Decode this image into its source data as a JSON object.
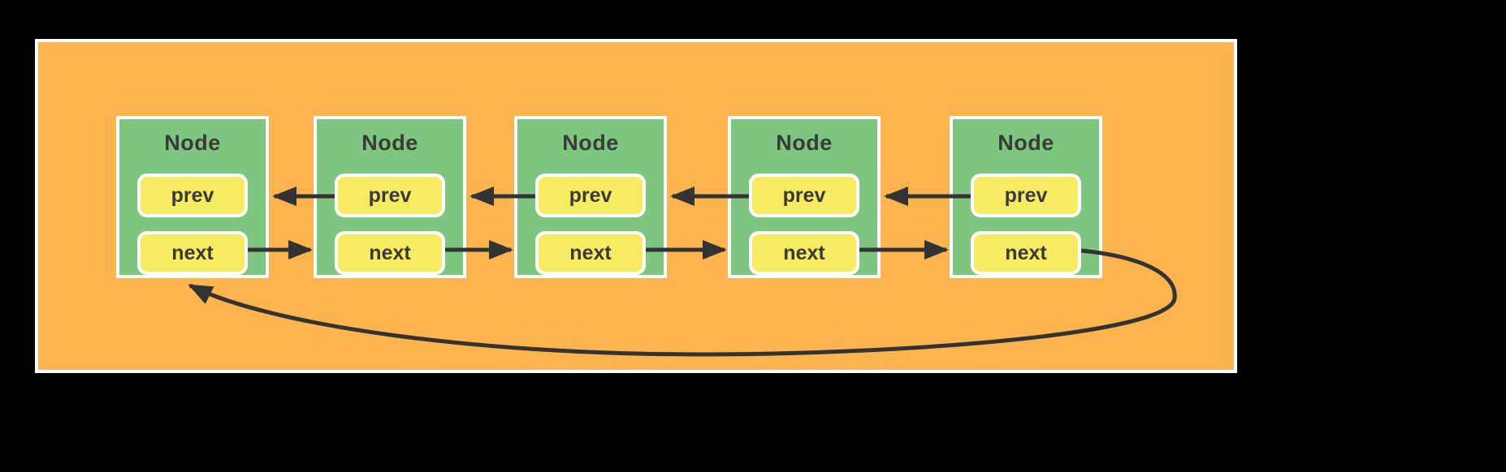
{
  "diagram": {
    "type": "doubly-linked-circular-list",
    "nodes": [
      {
        "title": "Node",
        "prev_label": "prev",
        "next_label": "next"
      },
      {
        "title": "Node",
        "prev_label": "prev",
        "next_label": "next"
      },
      {
        "title": "Node",
        "prev_label": "prev",
        "next_label": "next"
      },
      {
        "title": "Node",
        "prev_label": "prev",
        "next_label": "next"
      },
      {
        "title": "Node",
        "prev_label": "prev",
        "next_label": "next"
      }
    ],
    "edges": [
      {
        "from": "node2.prev",
        "to": "node1",
        "direction": "left"
      },
      {
        "from": "node3.prev",
        "to": "node2",
        "direction": "left"
      },
      {
        "from": "node4.prev",
        "to": "node3",
        "direction": "left"
      },
      {
        "from": "node5.prev",
        "to": "node4",
        "direction": "left"
      },
      {
        "from": "node1.next",
        "to": "node2",
        "direction": "right"
      },
      {
        "from": "node2.next",
        "to": "node3",
        "direction": "right"
      },
      {
        "from": "node3.next",
        "to": "node4",
        "direction": "right"
      },
      {
        "from": "node4.next",
        "to": "node5",
        "direction": "right"
      },
      {
        "from": "node5.next",
        "to": "node1",
        "direction": "circular-wrap-around"
      }
    ],
    "colors": {
      "background": "#000000",
      "panel_fill": "#FDB44E",
      "node_fill": "#7EC67F",
      "field_fill": "#F7EB63",
      "border": "#FFFFFF",
      "arrow": "#333333",
      "text": "#3A3A3A"
    }
  }
}
